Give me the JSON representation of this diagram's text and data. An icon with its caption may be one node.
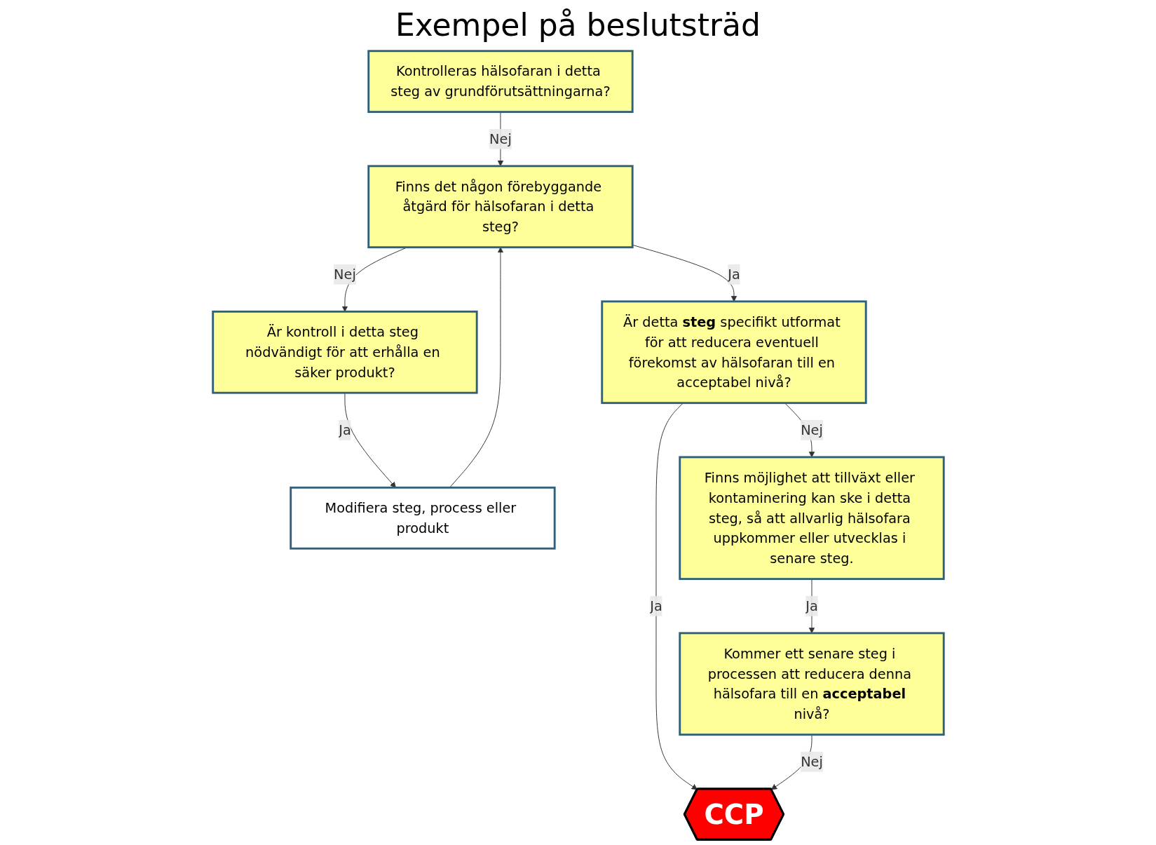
{
  "diagram": {
    "title": "Exempel på beslutsträd",
    "nodes": [
      {
        "text": [
          "Kontrolleras hälsofaran i detta steg av grundförutsättningarna?"
        ]
      },
      {
        "text": [
          "Finns det någon förebyggande åtgärd för hälsofaran i detta steg?"
        ]
      },
      {
        "text": [
          "Är detta **steg** specifikt utformat för att reducera eventuell förekomst av hälsofaran till en acceptabel nivå?"
        ]
      },
      {
        "text": [
          "Är kontroll i detta steg nödvändigt för att erhålla en säker produkt?"
        ]
      },
      {
        "text": [
          "Modifiera steg, process eller produkt"
        ]
      },
      {
        "text": [
          "Finns möjlighet att tillväxt eller kontaminering kan ske i detta steg, så att allvarlig hälsofara uppkommer eller utvecklas i senare steg."
        ]
      },
      {
        "text": [
          "CCP"
        ]
      },
      {
        "text": [
          "Kommer ett senare steg i processen att reducera denna hälsofara till en **acceptabel** nivå?"
        ]
      }
    ],
    "edges": [
      {
        "from": 0,
        "to": 1,
        "arrow": "to",
        "label": "Nej"
      },
      {
        "from": 1,
        "to": 2,
        "arrow": "to",
        "label": "Ja"
      },
      {
        "from": 1,
        "to": 3,
        "arrow": "to",
        "label": "Nej"
      },
      {
        "from": 3,
        "to": 4,
        "arrow": "to",
        "label": "Ja"
      },
      {
        "from": 4,
        "to": 1,
        "arrow": "to"
      },
      {
        "from": 2,
        "to": 6,
        "arrow": "to",
        "label": "Ja"
      },
      {
        "from": 2,
        "to": 5,
        "arrow": "to",
        "label": "Nej"
      },
      {
        "from": 5,
        "to": 7,
        "arrow": "to",
        "label": "Ja"
      },
      {
        "from": 7,
        "to": 6,
        "arrow": "to",
        "label": "Nej"
      }
    ]
  }
}
